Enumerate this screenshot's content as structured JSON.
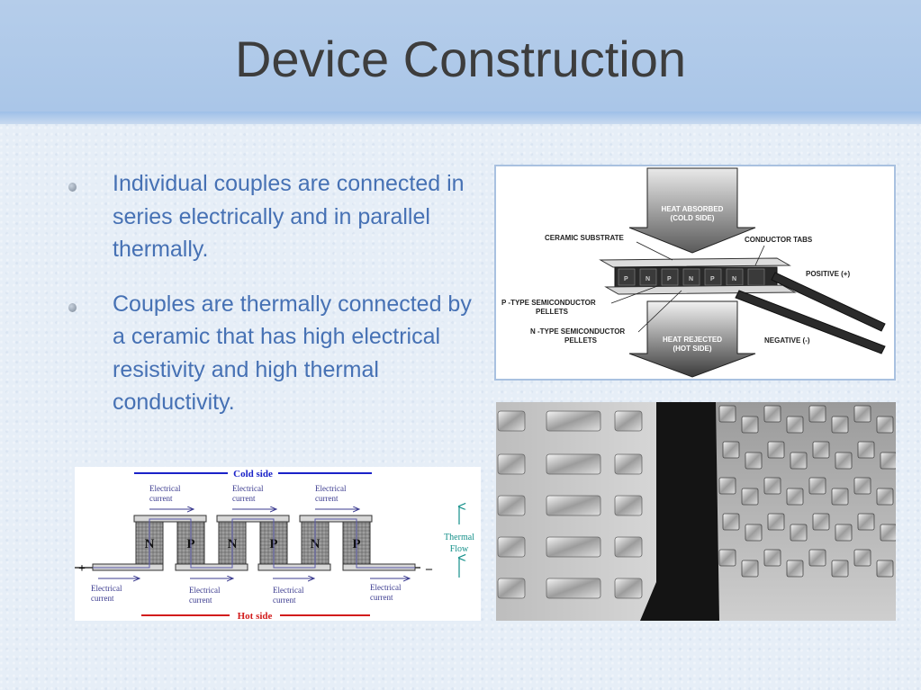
{
  "slide": {
    "title": "Device Construction",
    "bullets": [
      "Individual couples are connected in series electrically and in parallel thermally.",
      "Couples are thermally connected by a ceramic that has high electrical resistivity and high thermal conductivity."
    ]
  },
  "tec_diagram": {
    "heat_absorbed": [
      "HEAT ABSORBED",
      "(COLD SIDE)"
    ],
    "heat_rejected": [
      "HEAT REJECTED",
      "(HOT SIDE)"
    ],
    "ceramic_substrate": "CERAMIC SUBSTRATE",
    "conductor_tabs": "CONDUCTOR TABS",
    "positive": "POSITIVE (+)",
    "negative": "NEGATIVE (-)",
    "p_type": [
      "P -TYPE SEMICONDUCTOR",
      "PELLETS"
    ],
    "n_type": [
      "N -TYPE SEMICONDUCTOR",
      "PELLETS"
    ],
    "pellet_letters": [
      "P",
      "N",
      "P",
      "N",
      "P",
      "N"
    ]
  },
  "couple_diagram": {
    "cold_side": "Cold side",
    "hot_side": "Hot side",
    "thermal_flow": [
      "Thermal",
      "Flow"
    ],
    "plus": "+",
    "minus": "–",
    "current_line1": "Electrical",
    "current_line2": "current",
    "pellets": [
      "N",
      "P",
      "N",
      "P",
      "N",
      "P"
    ],
    "colors": {
      "cold": "#1a22c8",
      "hot": "#d21c1c",
      "thermal": "#15908a",
      "current": "#3b3b8f"
    }
  }
}
